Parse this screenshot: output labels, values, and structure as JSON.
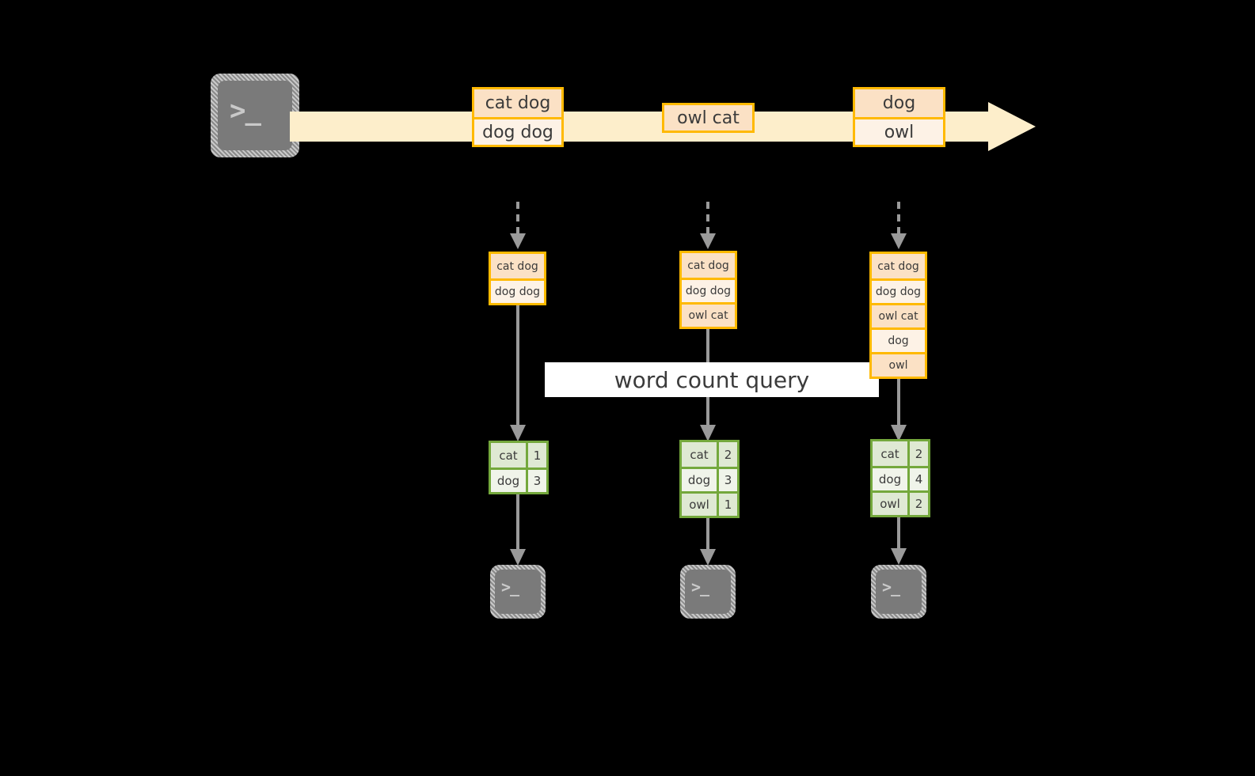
{
  "diagram": {
    "title": "word count query",
    "colors": {
      "background": "#000000",
      "stream_arrow": "#fdeecb",
      "record_border": "#ffb900",
      "record_fill_dark": "#fbe1c5",
      "record_fill_light": "#fdf2e6",
      "result_border": "#74a83c",
      "result_fill_dark": "#dfe9d3",
      "result_fill_light": "#f0f4ea",
      "connector": "#9a9a9a",
      "terminal_face": "#7a7a7a",
      "banner_background": "#ffffff",
      "text": "#3b3b3b"
    }
  },
  "source": {
    "icon": "terminal-icon",
    "prompt": ">_"
  },
  "stream": {
    "label": "input-stream-arrow",
    "groups": [
      {
        "rows": [
          {
            "text": "cat dog",
            "shade": "dark"
          },
          {
            "text": "dog dog",
            "shade": "light"
          }
        ]
      },
      {
        "rows": [
          {
            "text": "owl cat",
            "shade": "dark"
          }
        ]
      },
      {
        "rows": [
          {
            "text": "dog",
            "shade": "dark"
          },
          {
            "text": "owl",
            "shade": "light"
          }
        ]
      }
    ]
  },
  "snapshots": [
    {
      "name": "snapshot-1",
      "rows": [
        {
          "text": "cat dog",
          "shade": "dark"
        },
        {
          "text": "dog dog",
          "shade": "light"
        }
      ]
    },
    {
      "name": "snapshot-2",
      "rows": [
        {
          "text": "cat dog",
          "shade": "dark"
        },
        {
          "text": "dog dog",
          "shade": "light"
        },
        {
          "text": "owl cat",
          "shade": "dark"
        }
      ]
    },
    {
      "name": "snapshot-3",
      "rows": [
        {
          "text": "cat dog",
          "shade": "dark"
        },
        {
          "text": "dog dog",
          "shade": "light"
        },
        {
          "text": "owl cat",
          "shade": "dark"
        },
        {
          "text": "dog",
          "shade": "light"
        },
        {
          "text": "owl",
          "shade": "dark"
        }
      ]
    }
  ],
  "query": {
    "label": "word count query"
  },
  "results": [
    {
      "name": "result-1",
      "rows": [
        {
          "word": "cat",
          "count": "1",
          "shade": "dark"
        },
        {
          "word": "dog",
          "count": "3",
          "shade": "light"
        }
      ]
    },
    {
      "name": "result-2",
      "rows": [
        {
          "word": "cat",
          "count": "2",
          "shade": "dark"
        },
        {
          "word": "dog",
          "count": "3",
          "shade": "light"
        },
        {
          "word": "owl",
          "count": "1",
          "shade": "dark"
        }
      ]
    },
    {
      "name": "result-3",
      "rows": [
        {
          "word": "cat",
          "count": "2",
          "shade": "dark"
        },
        {
          "word": "dog",
          "count": "4",
          "shade": "light"
        },
        {
          "word": "owl",
          "count": "2",
          "shade": "dark"
        }
      ]
    }
  ],
  "sinks": [
    {
      "name": "sink-1",
      "icon": "terminal-icon",
      "prompt": ">_"
    },
    {
      "name": "sink-2",
      "icon": "terminal-icon",
      "prompt": ">_"
    },
    {
      "name": "sink-3",
      "icon": "terminal-icon",
      "prompt": ">_"
    }
  ]
}
